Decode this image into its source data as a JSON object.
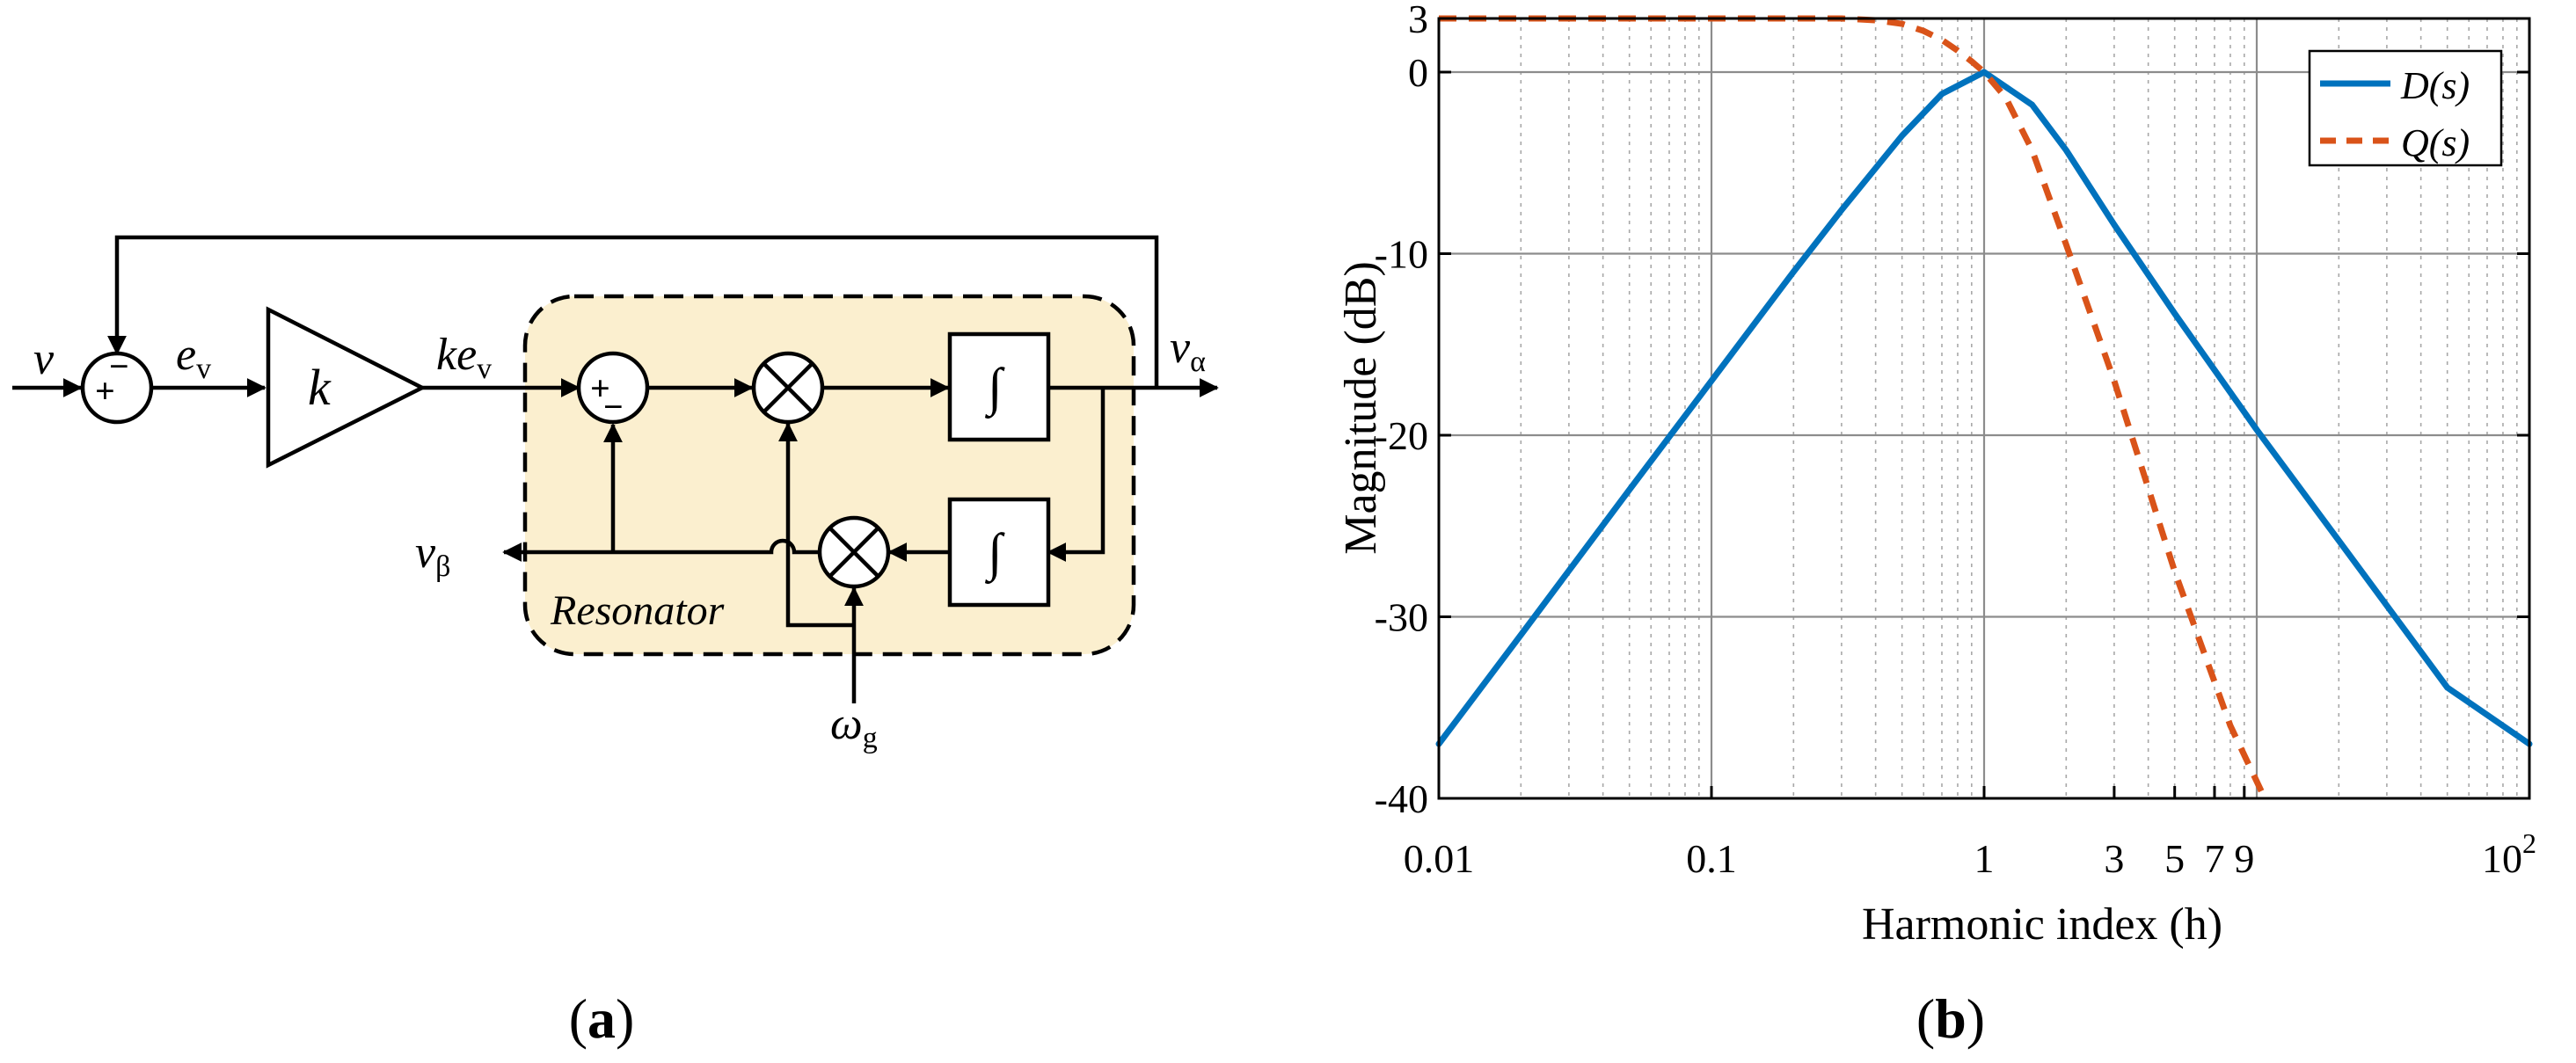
{
  "panel_a": {
    "caption": "a",
    "labels": {
      "input": "v",
      "error": "e",
      "error_sub": "v",
      "gain": "k",
      "gain_out": "ke",
      "gain_out_sub": "v",
      "out_alpha": "v",
      "out_alpha_sub": "α",
      "out_beta": "v",
      "out_beta_sub": "β",
      "freq": "ω",
      "freq_sub": "g",
      "resonator": "Resonator",
      "integrator": "∫",
      "plus": "+",
      "minus": "−"
    },
    "colors": {
      "resonator_fill": "#fbefcf"
    }
  },
  "panel_b": {
    "caption": "b",
    "chart_data": {
      "type": "line",
      "xscale": "log",
      "xlim": [
        0.01,
        100
      ],
      "ylim": [
        -40,
        3
      ],
      "xlabel": "Harmonic index (h)",
      "ylabel": "Magnitude (dB)",
      "xticks": [
        {
          "value": 0.01,
          "label": "0.01"
        },
        {
          "value": 0.1,
          "label": "0.1"
        },
        {
          "value": 1,
          "label": "1"
        },
        {
          "value": 3,
          "label": "3"
        },
        {
          "value": 5,
          "label": "5"
        },
        {
          "value": 7,
          "label": "7"
        },
        {
          "value": 9,
          "label": "9"
        },
        {
          "value": 100,
          "label": "10",
          "sup": "2"
        }
      ],
      "yticks": [
        {
          "value": 3,
          "label": "3"
        },
        {
          "value": 0,
          "label": "0"
        },
        {
          "value": -10,
          "label": "-10"
        },
        {
          "value": -20,
          "label": "-20"
        },
        {
          "value": -30,
          "label": "-30"
        },
        {
          "value": -40,
          "label": "-40"
        }
      ],
      "grid": true,
      "legend_position": "top-right",
      "series": [
        {
          "name": "D(s)",
          "color": "#0072bd",
          "style": "solid",
          "x": [
            0.01,
            0.02,
            0.05,
            0.1,
            0.2,
            0.3,
            0.5,
            0.7,
            1,
            1.5,
            2,
            3,
            5,
            10,
            20,
            50,
            100
          ],
          "y": [
            -37,
            -31,
            -23,
            -17,
            -11,
            -7.6,
            -3.5,
            -1.2,
            0,
            -1.8,
            -4.3,
            -8.4,
            -13.3,
            -19.7,
            -25.8,
            -33.9,
            -37
          ]
        },
        {
          "name": "Q(s)",
          "color": "#d95319",
          "style": "dashed",
          "x": [
            0.01,
            0.1,
            0.2,
            0.3,
            0.4,
            0.5,
            0.6,
            0.7,
            0.8,
            0.9,
            1,
            1.2,
            1.5,
            2,
            3,
            5,
            8,
            10.7
          ],
          "y": [
            3,
            3,
            3,
            3,
            2.9,
            2.7,
            2.3,
            1.8,
            1.2,
            0.6,
            0,
            -1.4,
            -4.3,
            -9.5,
            -17,
            -27.5,
            -36,
            -40
          ]
        }
      ]
    }
  }
}
